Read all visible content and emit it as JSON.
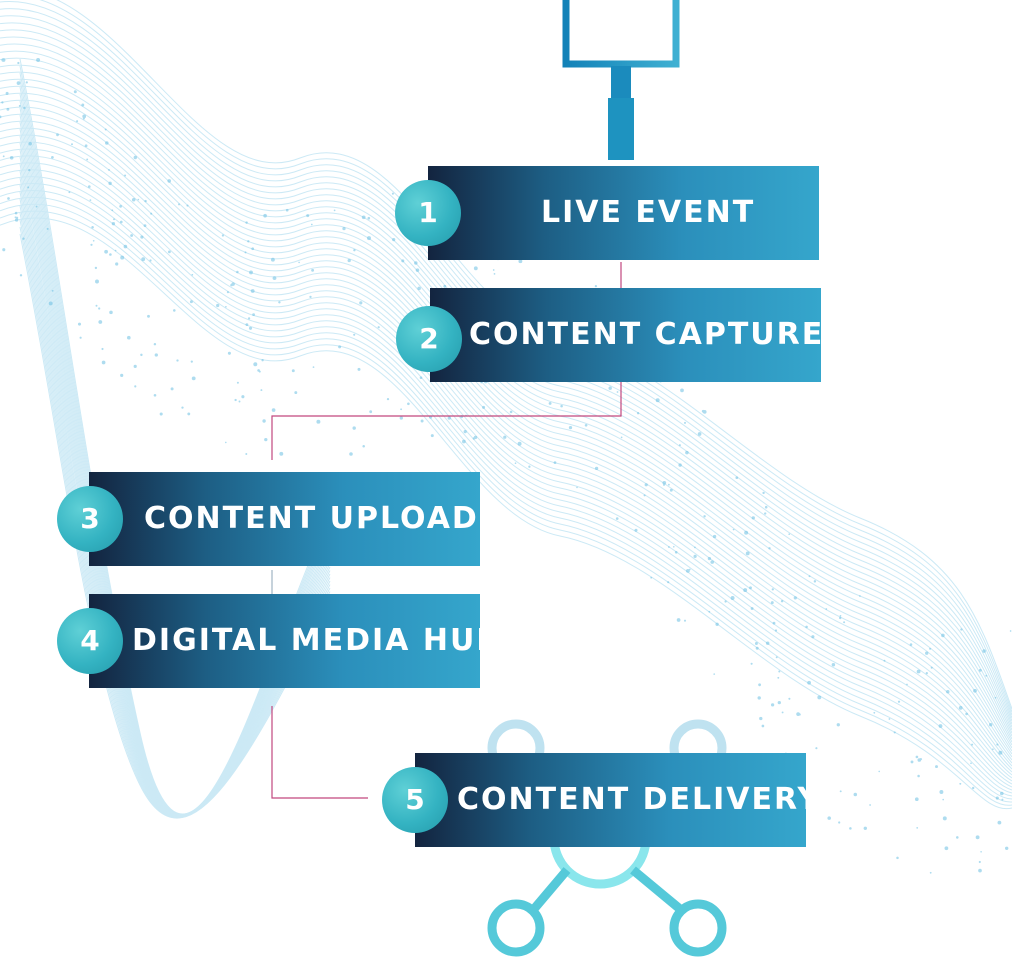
{
  "diagram": {
    "colors": {
      "box_dark": "#13243f",
      "box_light": "#35a6cc",
      "badge": "#34b3c2",
      "connector": "#c2487e",
      "network_icon": "#7fe3ea",
      "top_icon": "#1e93c0"
    },
    "icons": {
      "top": "camera-monitor-icon",
      "bottom": "network-nodes-icon"
    },
    "steps": [
      {
        "number": "1",
        "label": "LIVE EVENT"
      },
      {
        "number": "2",
        "label": "CONTENT CAPTURE"
      },
      {
        "number": "3",
        "label": "CONTENT UPLOAD"
      },
      {
        "number": "4",
        "label": "DIGITAL MEDIA HUB"
      },
      {
        "number": "5",
        "label": "CONTENT DELIVERY"
      }
    ]
  }
}
